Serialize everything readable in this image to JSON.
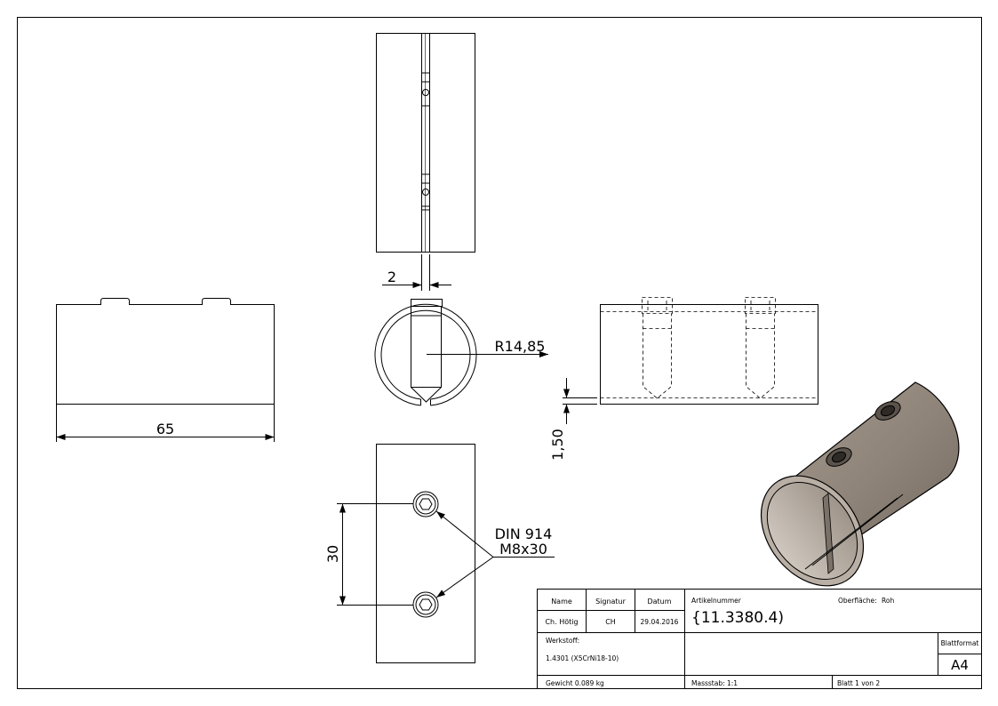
{
  "dimensions": {
    "length": "65",
    "slot_width": "2",
    "radius": "R14,85",
    "wall": "1,50",
    "hole_spacing": "30",
    "screw_line1": "DIN 914",
    "screw_line2": "M8x30"
  },
  "title_block": {
    "name_header": "Name",
    "signature_header": "Signatur",
    "date_header": "Datum",
    "name_value": "Ch. Hötig",
    "signature_value": "CH",
    "date_value": "29.04.2016",
    "article_label": "Artikelnummer",
    "article_value": "{11.3380.4)",
    "surface_label": "Oberfläche:",
    "surface_value": "Roh",
    "material_label": "Werkstoff:",
    "material_value": "1.4301 (X5CrNi18-10)",
    "sheet_format_label": "Blattformat",
    "sheet_format_value": "A4",
    "weight": "Gewicht 0.089 kg",
    "scale": "Massstab: 1:1",
    "sheet_number": "Blatt 1 von 2"
  }
}
